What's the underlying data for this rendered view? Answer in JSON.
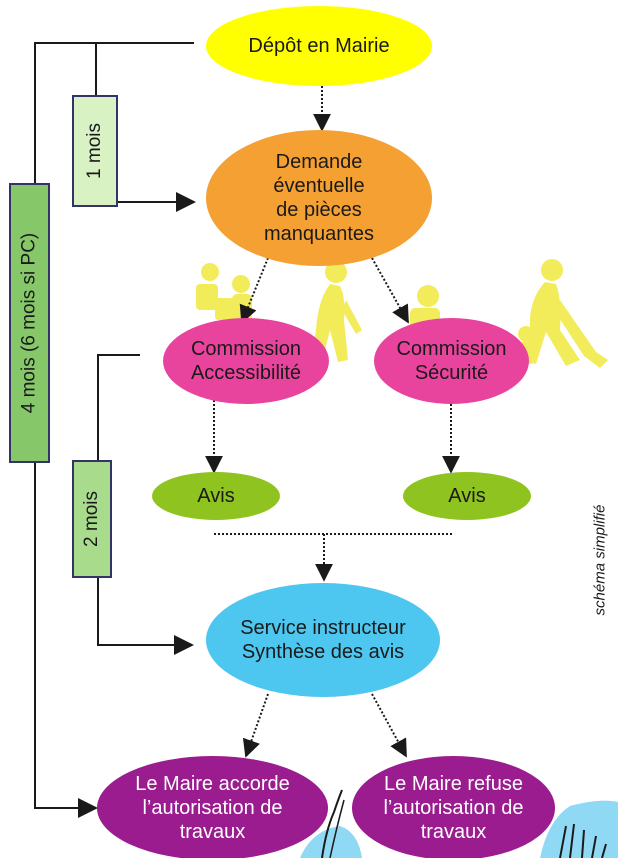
{
  "nodes": {
    "depot": "Dépôt en Mairie",
    "demande": "Demande\néventuelle\nde pièces\nmanquantes",
    "commission_accessibilite": "Commission\nAccessibilité",
    "commission_securite": "Commission\nSécurité",
    "avis_1": "Avis",
    "avis_2": "Avis",
    "service": "Service instructeur\nSynthèse des avis",
    "accord": "Le Maire accorde\nl’autorisation de\ntravaux",
    "refus": "Le Maire refuse\nl’autorisation de\ntravaux"
  },
  "durations": {
    "one_month": "1 mois",
    "two_months": "2 mois",
    "four_months": "4 mois (6 mois si PC)"
  },
  "note": "schéma simplifié",
  "colors": {
    "depot": "#ffff00",
    "demande": "#f5a033",
    "commission": "#e9449d",
    "avis": "#8fc31f",
    "service": "#4dc7f0",
    "decision": "#9b1c8f",
    "duration_box": "#d9f2c4",
    "duration_box_dark": "#86c76a",
    "figures": "#f3ec5a"
  },
  "decorations": [
    "yellow-figures-left",
    "yellow-figures-right",
    "blue-hand-drawing"
  ]
}
